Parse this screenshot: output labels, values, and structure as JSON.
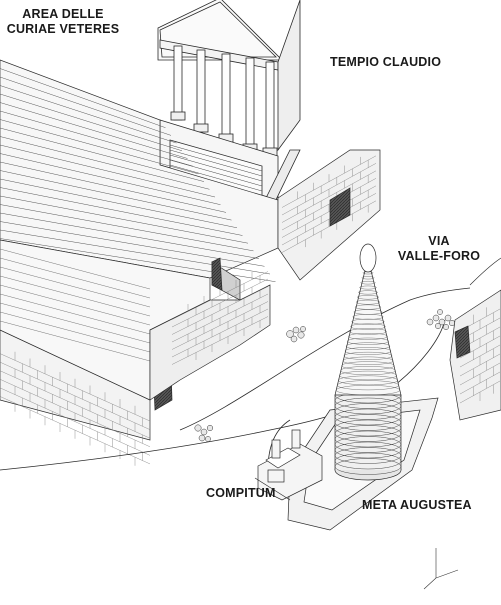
{
  "labels": {
    "area_curiae_line1": "AREA DELLE",
    "area_curiae_line2": "CURIAE VETERES",
    "tempio_claudio": "TEMPIO CLAUDIO",
    "via_line1": "VIA",
    "via_line2": "VALLE-FORO",
    "compitum": "COMPITUM",
    "meta_augustea": "META AUGUSTEA"
  },
  "colors": {
    "line": "#2a2a2a",
    "fill_light": "#f4f4f4",
    "fill_mid": "#c8c8c8",
    "fill_dark": "#4a4a4a"
  }
}
